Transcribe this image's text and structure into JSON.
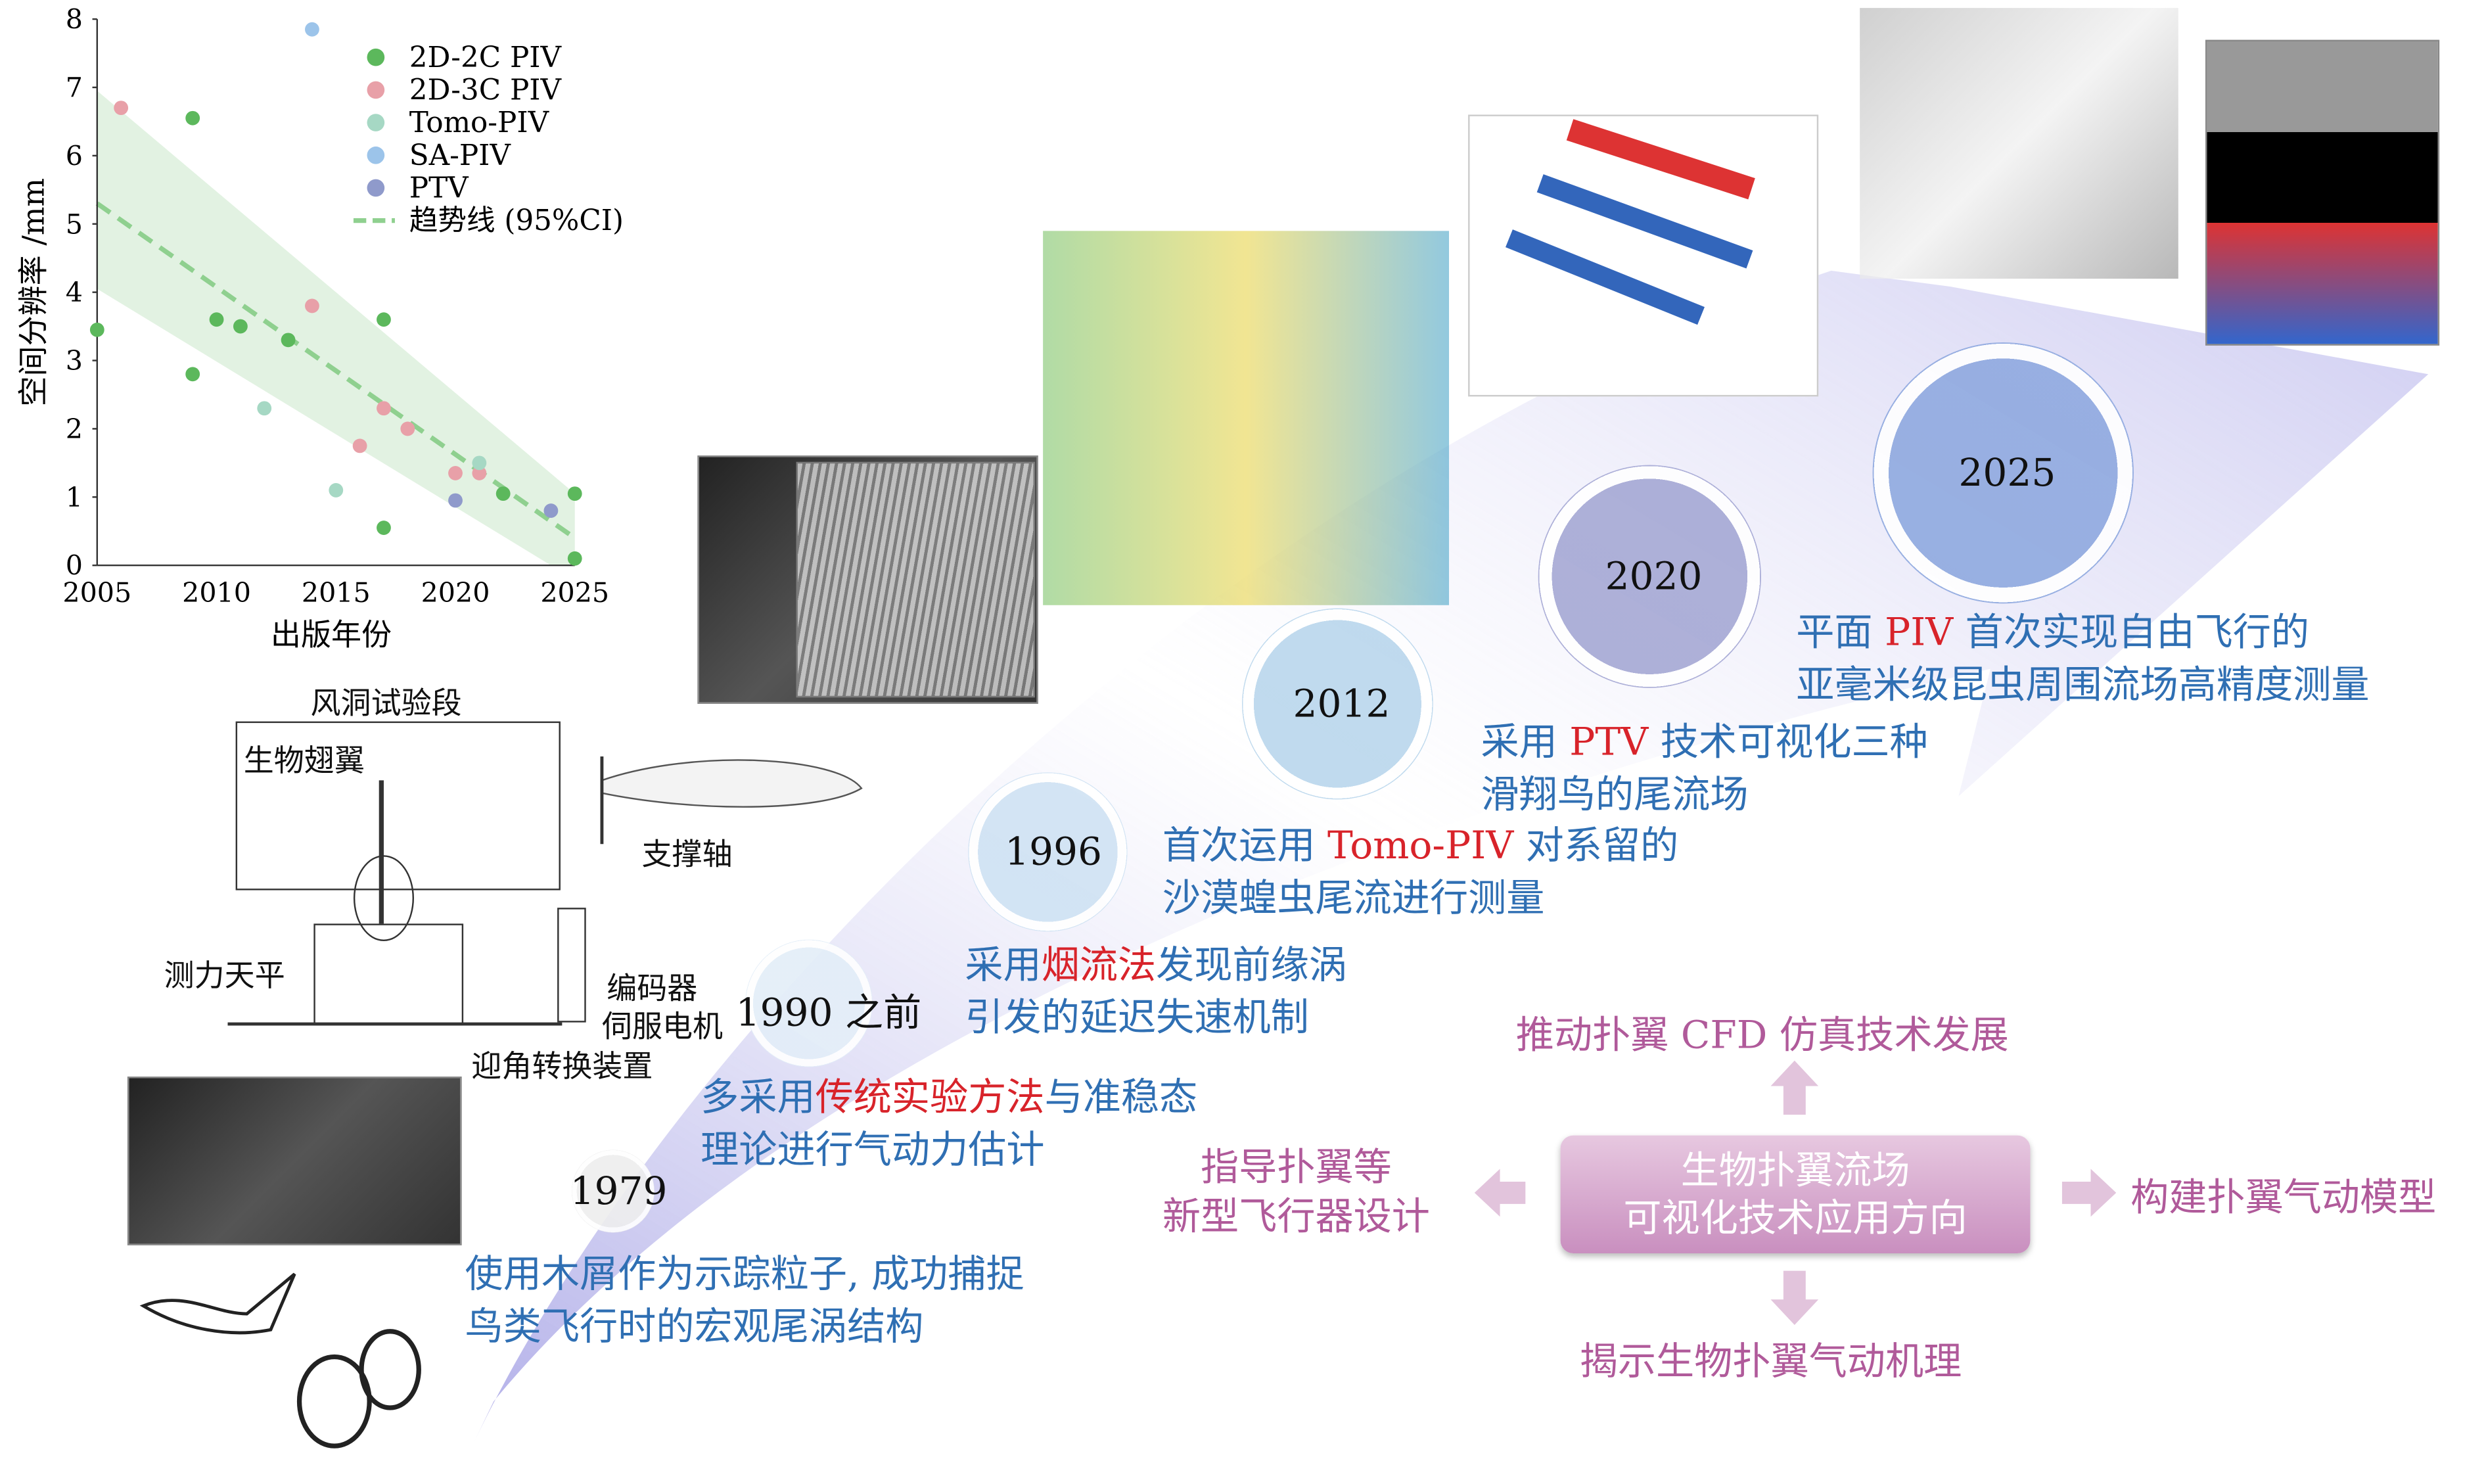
{
  "chart_data": {
    "type": "scatter",
    "xlabel": "出版年份",
    "ylabel": "空间分辨率 /mm",
    "xlim": [
      2005,
      2025
    ],
    "ylim": [
      0,
      8
    ],
    "xticks": [
      "2005",
      "2010",
      "2015",
      "2020",
      "2025"
    ],
    "yticks": [
      "0",
      "1",
      "2",
      "3",
      "4",
      "5",
      "6",
      "7",
      "8"
    ],
    "legend_position": "top-right",
    "series": [
      {
        "name": "2D-2C PIV",
        "color": "#5cb85c",
        "points": [
          [
            2005,
            3.45
          ],
          [
            2009,
            6.55
          ],
          [
            2009,
            2.8
          ],
          [
            2010,
            3.6
          ],
          [
            2011,
            3.5
          ],
          [
            2013,
            3.3
          ],
          [
            2017,
            3.6
          ],
          [
            2017,
            0.55
          ],
          [
            2022,
            1.05
          ],
          [
            2025,
            1.05
          ],
          [
            2025,
            0.1
          ]
        ]
      },
      {
        "name": "2D-3C PIV",
        "color": "#e8a0a8",
        "points": [
          [
            2006,
            6.7
          ],
          [
            2014,
            3.8
          ],
          [
            2016,
            1.75
          ],
          [
            2017,
            2.3
          ],
          [
            2018,
            2.0
          ],
          [
            2020,
            1.35
          ],
          [
            2021,
            1.35
          ]
        ]
      },
      {
        "name": "Tomo-PIV",
        "color": "#a6d8c4",
        "points": [
          [
            2012,
            2.3
          ],
          [
            2015,
            1.1
          ],
          [
            2021,
            1.5
          ]
        ]
      },
      {
        "name": "SA-PIV",
        "color": "#9cc4ea",
        "points": [
          [
            2014,
            7.85
          ]
        ]
      },
      {
        "name": "PTV",
        "color": "#8f9acb",
        "points": [
          [
            2020,
            0.95
          ],
          [
            2024,
            0.8
          ]
        ]
      }
    ],
    "trend": {
      "name": "趋势线 (95%CI)",
      "color": "#8fd08f",
      "x": [
        2005,
        2025
      ],
      "y": [
        5.3,
        0.4
      ],
      "ci_upper": [
        6.95,
        1.05
      ],
      "ci_lower": [
        4.05,
        -0.2
      ]
    }
  },
  "apparatus": {
    "title": "风洞试验段",
    "wing": "生物翅翼",
    "balance": "测力天平",
    "encoder": "编码器",
    "servo": "伺服电机",
    "aoa": "迎角转换装置",
    "shaft": "支撑轴"
  },
  "timeline": [
    {
      "year": "1979",
      "text": [
        "使用木屑作为示踪粒子, 成功捕捉",
        "鸟类飞行时的宏观尾涡结构"
      ]
    },
    {
      "year": "1990 之前",
      "text_pre": "多采用",
      "highlight": "传统实验方法",
      "text_post": "与准稳态",
      "line2": "理论进行气动力估计"
    },
    {
      "year": "1996",
      "text_pre": "采用",
      "highlight": "烟流法",
      "text_post": "发现前缘涡",
      "line2": "引发的延迟失速机制"
    },
    {
      "year": "2012",
      "text_pre": "首次运用 ",
      "highlight": "Tomo-PIV",
      "text_post": " 对系留的",
      "line2": "沙漠蝗虫尾流进行测量"
    },
    {
      "year": "2020",
      "text_pre": "采用 ",
      "highlight": "PTV",
      "text_post": " 技术可视化三种",
      "line2": "滑翔鸟的尾流场"
    },
    {
      "year": "2025",
      "text_pre": "平面 ",
      "highlight": "PIV",
      "text_post": " 首次实现自由飞行的",
      "line2": "亚毫米级昆虫周围流场高精度测量"
    }
  ],
  "applications": {
    "center": [
      "生物扑翼流场",
      "可视化技术应用方向"
    ],
    "top": "推动扑翼 CFD 仿真技术发展",
    "left": [
      "指导扑翼等",
      "新型飞行器设计"
    ],
    "right": "构建扑翼气动模型",
    "bottom": "揭示生物扑翼气动机理"
  }
}
